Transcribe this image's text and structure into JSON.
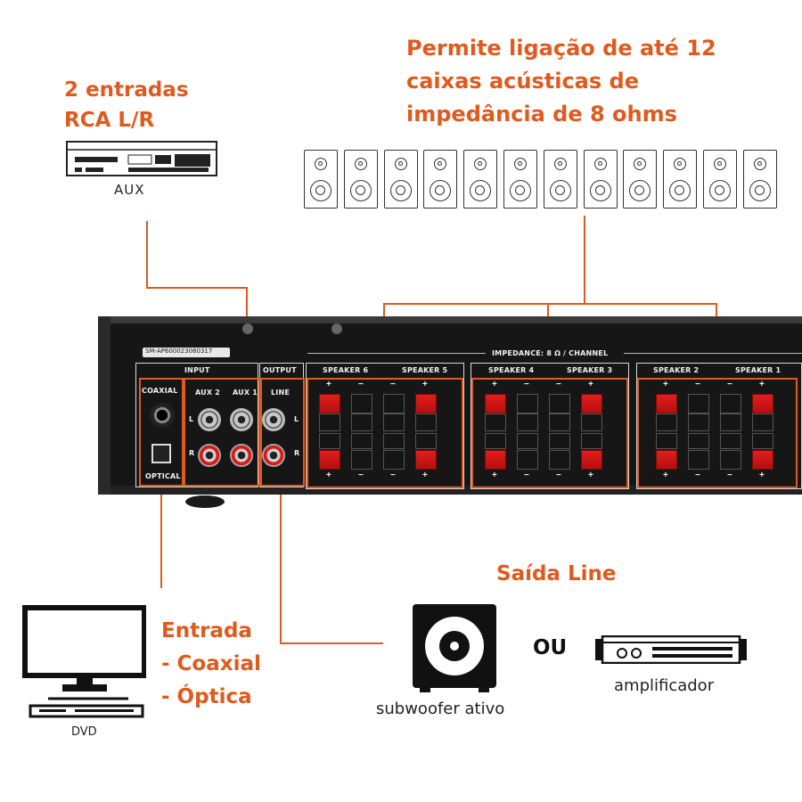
{
  "top_left_note": {
    "line1": "2 entradas",
    "line2": "RCA L/R"
  },
  "top_right_note": {
    "line1": "Permite ligação de até 12",
    "line2": "caixas acústicas de",
    "line3": "impedância de 8 ohms"
  },
  "aux_device": {
    "label": "AUX"
  },
  "speakers_count": 12,
  "amp_panel": {
    "serial": "SM-AP600023080317",
    "impedance": "IMPEDANCE: 8 Ω / CHANNEL",
    "input": "INPUT",
    "output": "OUTPUT",
    "coaxial": "COAXIAL",
    "optical": "OPTICAL",
    "aux2": "AUX 2",
    "aux1": "AUX 1",
    "line": "LINE",
    "l": "L",
    "r": "R",
    "speaker6": "SPEAKER 6",
    "speaker5": "SPEAKER 5",
    "speaker4": "SPEAKER 4",
    "speaker3": "SPEAKER 3",
    "speaker2": "SPEAKER 2",
    "speaker1": "SPEAKER 1",
    "plus": "+",
    "minus": "−"
  },
  "entrada_note": {
    "line1": "Entrada",
    "line2": "- Coaxial",
    "line3": "- Óptica"
  },
  "dvd": {
    "label": "DVD"
  },
  "saida_line": {
    "title": "Saída Line"
  },
  "subwoofer": {
    "label": "subwoofer ativo"
  },
  "ou": "OU",
  "amplificador": {
    "label": "amplificador"
  },
  "colors": {
    "accent": "#e05a1e",
    "panel": "#161616"
  }
}
